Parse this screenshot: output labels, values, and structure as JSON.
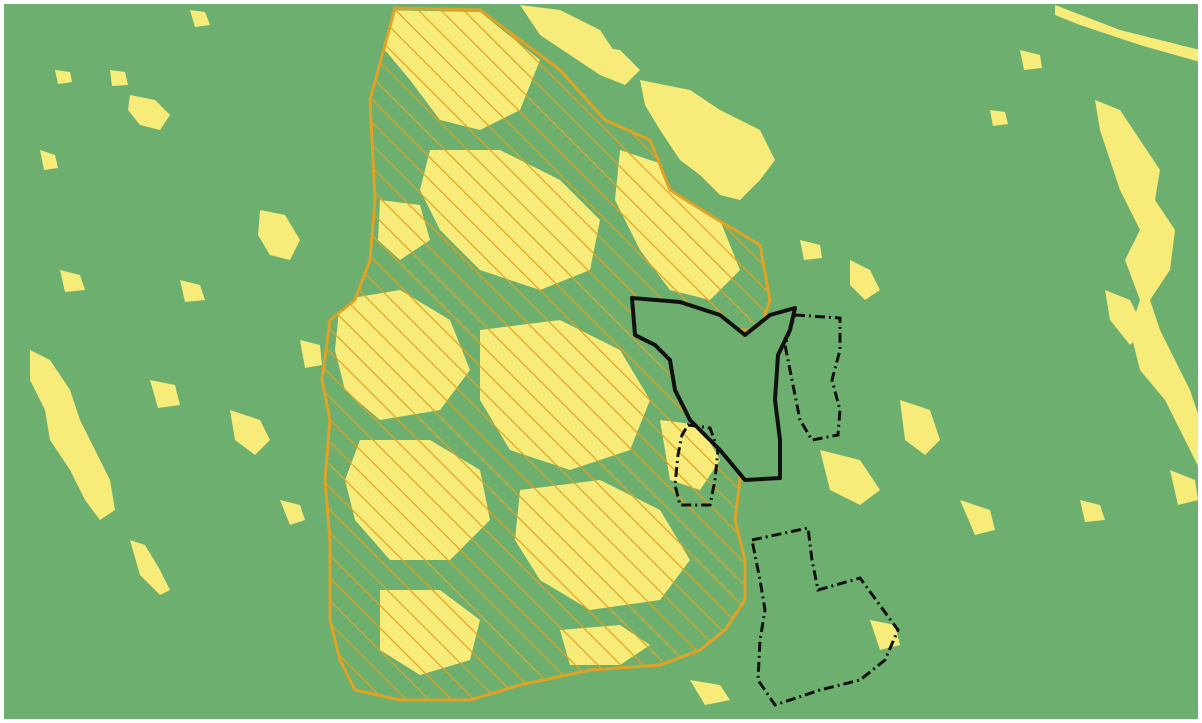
{
  "map": {
    "colors": {
      "background_green": "#6daf6e",
      "patch_yellow": "#f7ec79",
      "hatched_boundary": "#e0a224",
      "outline_black": "#111111",
      "frame": "#ffffff"
    },
    "layers": [
      {
        "name": "land-cover-green",
        "fill": "#6daf6e"
      },
      {
        "name": "land-cover-yellow",
        "fill": "#f7ec79"
      },
      {
        "name": "hatched-region",
        "style": "diagonal-hatch",
        "stroke": "#e0a224"
      },
      {
        "name": "solid-outline-polygon",
        "stroke": "#111111",
        "line": "solid"
      },
      {
        "name": "dashed-outline-polygons",
        "stroke": "#111111",
        "line": "dash-dot",
        "count": 3
      }
    ]
  }
}
